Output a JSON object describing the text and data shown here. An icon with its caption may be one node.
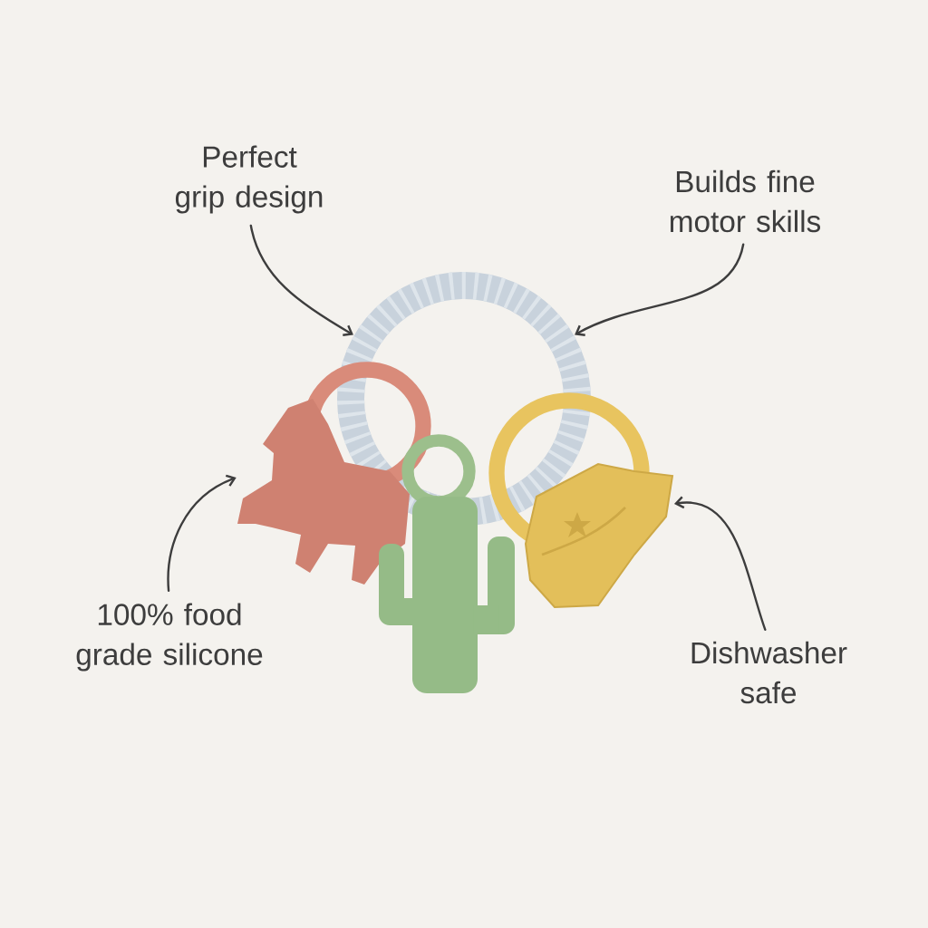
{
  "diagram": {
    "nodes": [
      {
        "text": [
          "Perfect grip design"
        ]
      },
      {
        "text": [
          "Builds fine motor skills"
        ]
      },
      {
        "text": [
          "100% food grade silicone"
        ]
      },
      {
        "text": [
          "Dishwasher safe"
        ]
      },
      {
        "text": [],
        "shape": "picture"
      },
      {
        "text": [],
        "shape": "picture"
      },
      {
        "text": [],
        "shape": "picture"
      }
    ],
    "edges": [
      {
        "from": 0,
        "to": 4,
        "arrow": "to"
      },
      {
        "from": 1,
        "to": 4,
        "arrow": "to"
      },
      {
        "from": 2,
        "to": 5,
        "arrow": "to"
      },
      {
        "from": 3,
        "to": 6,
        "arrow": "to"
      }
    ]
  }
}
